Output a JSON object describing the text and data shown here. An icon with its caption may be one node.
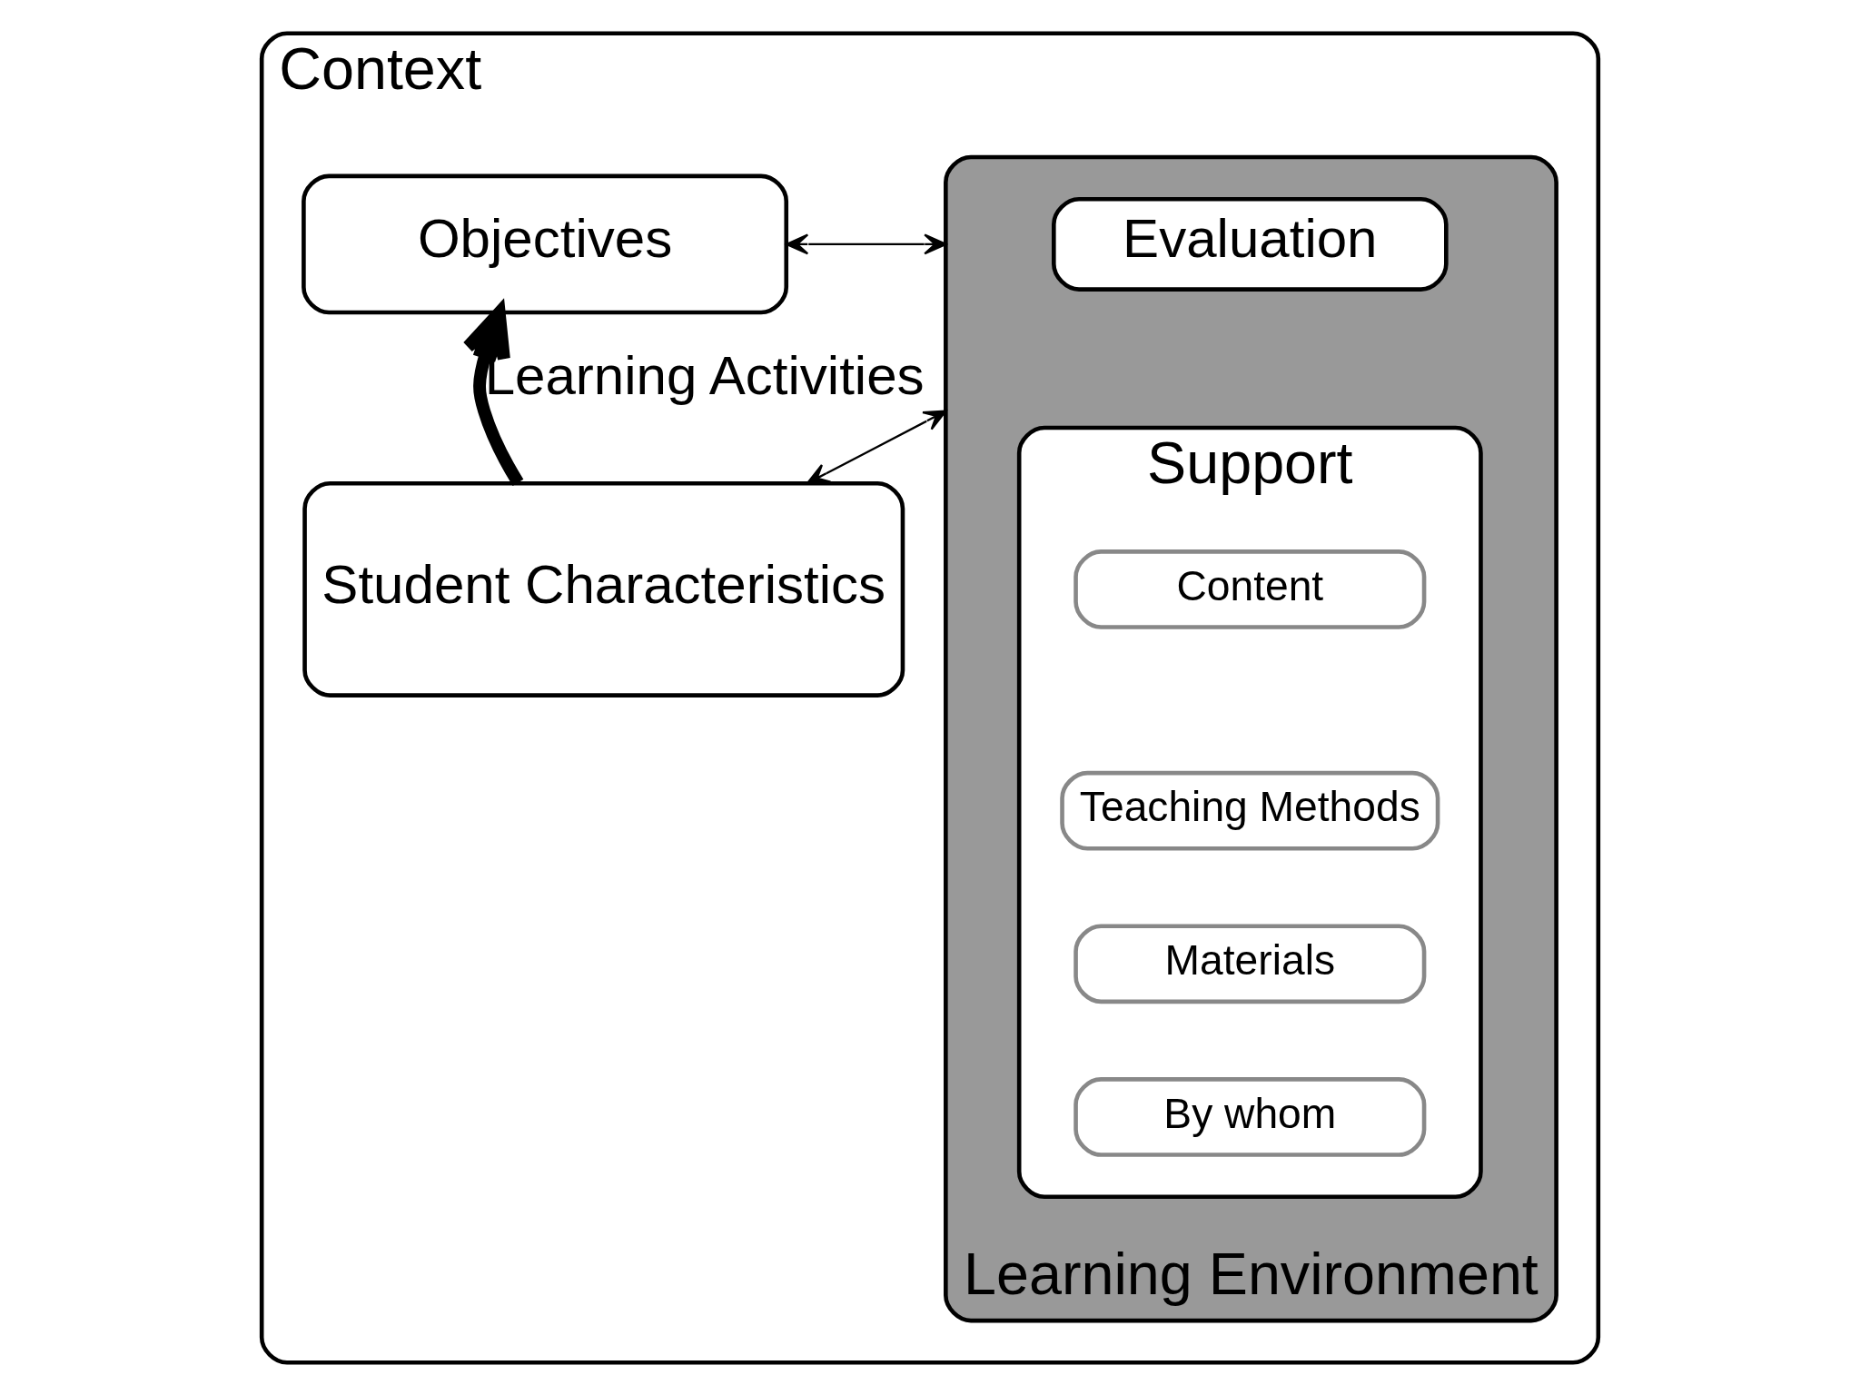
{
  "diagram": {
    "nodes": [
      {
        "text": [
          "Context"
        ]
      },
      {
        "text": [
          "Objectives"
        ],
        "in": 0
      },
      {
        "text": [
          "Learning Environment"
        ],
        "in": 0
      },
      {
        "text": [
          "Evaluation"
        ],
        "in": 2
      },
      {
        "text": [
          "Support"
        ],
        "in": 2
      },
      {
        "text": [
          "Content"
        ],
        "in": 4
      },
      {
        "text": [
          "Teaching Methods"
        ],
        "in": 4
      },
      {
        "text": [
          "Materials"
        ],
        "in": 4
      },
      {
        "text": [
          "By whom"
        ],
        "in": 4
      },
      {
        "text": [
          "Student Characteristics"
        ],
        "in": 0
      }
    ],
    "edges": [
      {
        "from": 2,
        "to": 1,
        "arrow": "both"
      },
      {
        "from": 2,
        "to": 9,
        "arrow": "both"
      },
      {
        "from": 9,
        "to": 1,
        "arrow": "to",
        "label": "Learning Activities",
        "style": "thick"
      }
    ]
  }
}
